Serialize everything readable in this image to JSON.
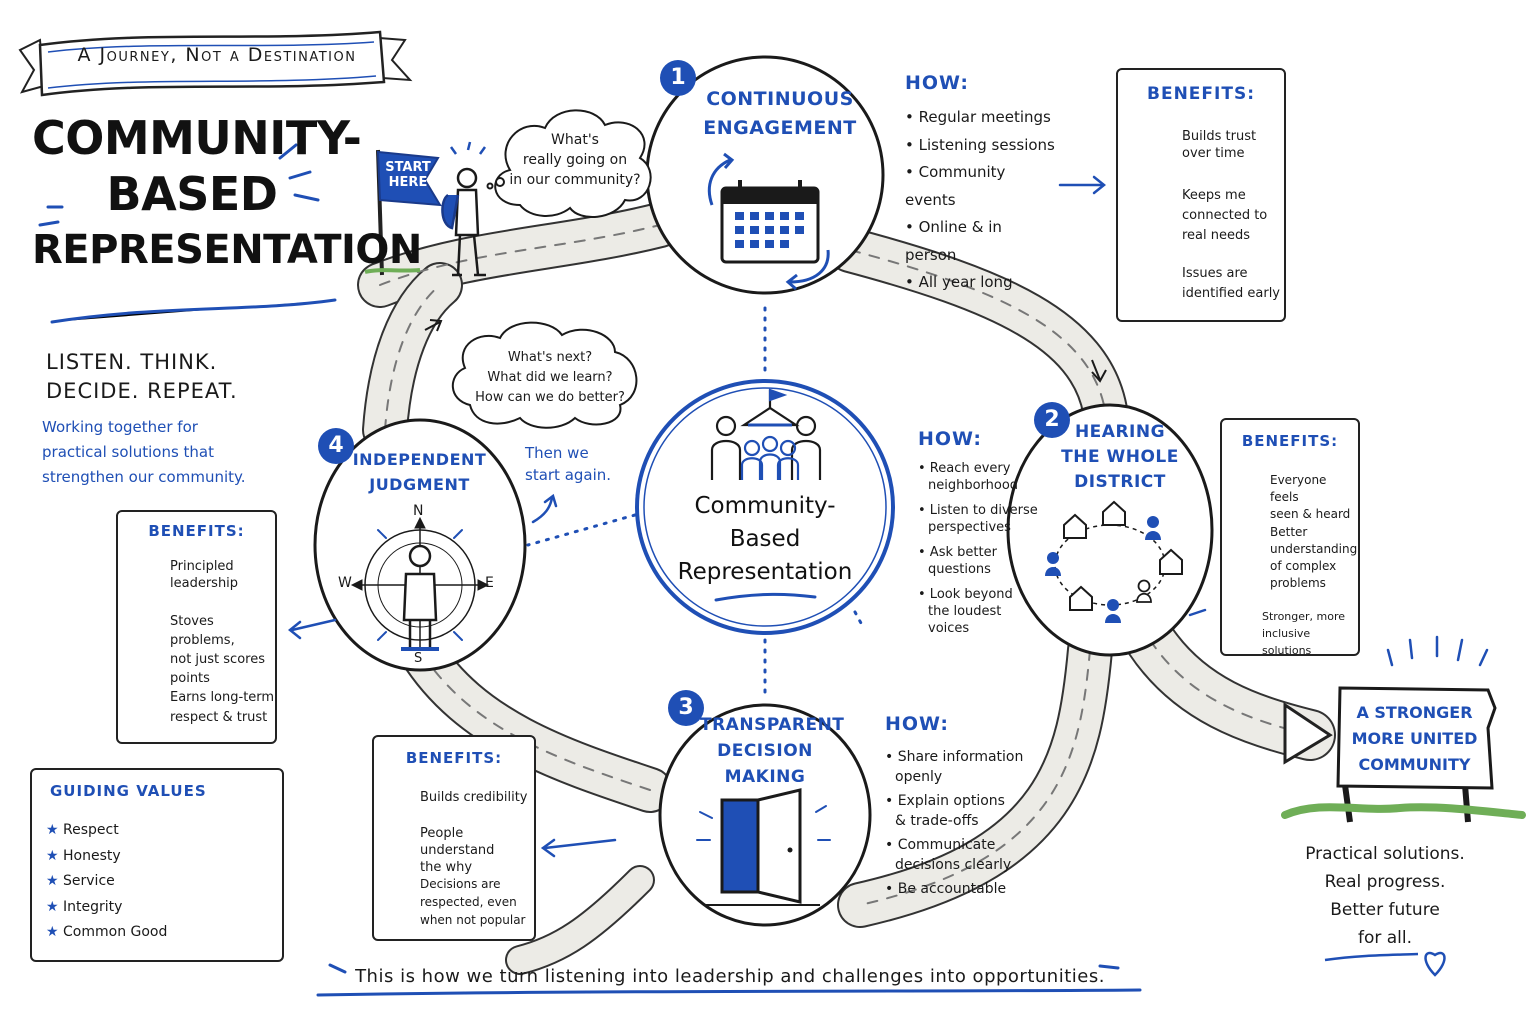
{
  "colors": {
    "accent": "#1f4fb5",
    "ink": "#1a1a1a",
    "road": "#ecebe6",
    "grass": "#6fae57"
  },
  "banner": "A Journey, Not a Destination",
  "main_title": [
    "COMMUNITY-",
    "BASED",
    "REPRESENTATION"
  ],
  "start_flag": [
    "START",
    "HERE"
  ],
  "thought_top": [
    "What's",
    "really going on",
    "in our community?"
  ],
  "thought_mid": [
    "What's next?",
    "What did we learn?",
    "How can we do better?"
  ],
  "tagline": [
    "LISTEN. THINK.",
    "DECIDE. REPEAT."
  ],
  "tagline_sub": [
    "Working together for",
    "practical solutions that",
    "strengthen our community."
  ],
  "center": {
    "title": [
      "Community-",
      "Based",
      "Representation"
    ]
  },
  "then_again": [
    "Then we",
    "start again."
  ],
  "step1": {
    "number": "1",
    "title": [
      "CONTINUOUS",
      "ENGAGEMENT"
    ],
    "how_label": "HOW:",
    "how": [
      "• Regular meetings",
      "• Listening sessions",
      "• Community events",
      "• Online & in person",
      "• All year long"
    ],
    "benefits_label": "BENEFITS:",
    "benefits": [
      {
        "icon": "handshake-icon",
        "text": [
          "Builds trust",
          "over time"
        ]
      },
      {
        "icon": "people-icon",
        "text": [
          "Keeps me",
          "connected to",
          "real needs"
        ]
      },
      {
        "icon": "warning-icon",
        "text": [
          "Issues are",
          "identified early"
        ]
      }
    ]
  },
  "step2": {
    "number": "2",
    "title": [
      "HEARING",
      "THE WHOLE",
      "DISTRICT"
    ],
    "how_label": "HOW:",
    "how": [
      [
        "• Reach every",
        "neighborhood"
      ],
      [
        "• Listen to diverse",
        "perspectives"
      ],
      [
        "• Ask better",
        "questions"
      ],
      [
        "• Look beyond",
        "the loudest",
        "voices"
      ]
    ],
    "benefits_label": "BENEFITS:",
    "benefits": [
      {
        "icon": "heart-bubble-icon",
        "text": [
          "Everyone feels",
          "seen & heard"
        ]
      },
      {
        "icon": "puzzle-icon",
        "text": [
          "Better",
          "understanding",
          "of complex",
          "problems"
        ]
      },
      {
        "icon": "group-icon",
        "text": [
          "Stronger, more",
          "inclusive solutions"
        ]
      }
    ]
  },
  "step3": {
    "number": "3",
    "title": [
      "TRANSPARENT",
      "DECISION",
      "MAKING"
    ],
    "how_label": "HOW:",
    "how": [
      [
        "• Share information",
        "openly"
      ],
      [
        "• Explain options",
        "& trade-offs"
      ],
      [
        "• Communicate",
        "decisions clearly"
      ],
      [
        "• Be accountable"
      ]
    ],
    "benefits_label": "BENEFITS:",
    "benefits": [
      {
        "icon": "magnifier-icon",
        "text": [
          "Builds credibility"
        ]
      },
      {
        "icon": "speech-bubble-icon",
        "text": [
          "People understand",
          "the why"
        ]
      },
      {
        "icon": "checkbox-icon",
        "text": [
          "Decisions are",
          "respected, even",
          "when not popular"
        ]
      }
    ]
  },
  "step4": {
    "number": "4",
    "title": [
      "INDEPENDENT",
      "JUDGMENT"
    ],
    "compass": {
      "n": "N",
      "s": "S",
      "e": "E",
      "w": "W"
    },
    "benefits_label": "BENEFITS:",
    "benefits": [
      {
        "icon": "shield-icon",
        "text": [
          "Principled",
          "leadership"
        ]
      },
      {
        "icon": "mountain-flag-icon",
        "text": [
          "Stoves problems,",
          "not just scores",
          "points"
        ]
      },
      {
        "icon": "star-icon",
        "text": [
          "Earns long-term",
          "respect & trust"
        ]
      }
    ]
  },
  "guiding": {
    "title": "GUIDING VALUES",
    "star": "★",
    "values": [
      "Respect",
      "Honesty",
      "Service",
      "Integrity",
      "Common Good"
    ]
  },
  "sign": [
    "A STRONGER",
    "MORE UNITED",
    "COMMUNITY"
  ],
  "closing": [
    "Practical solutions.",
    "Real progress.",
    "Better future",
    "for all."
  ],
  "footer": "This is how we turn listening into leadership and challenges into opportunities."
}
